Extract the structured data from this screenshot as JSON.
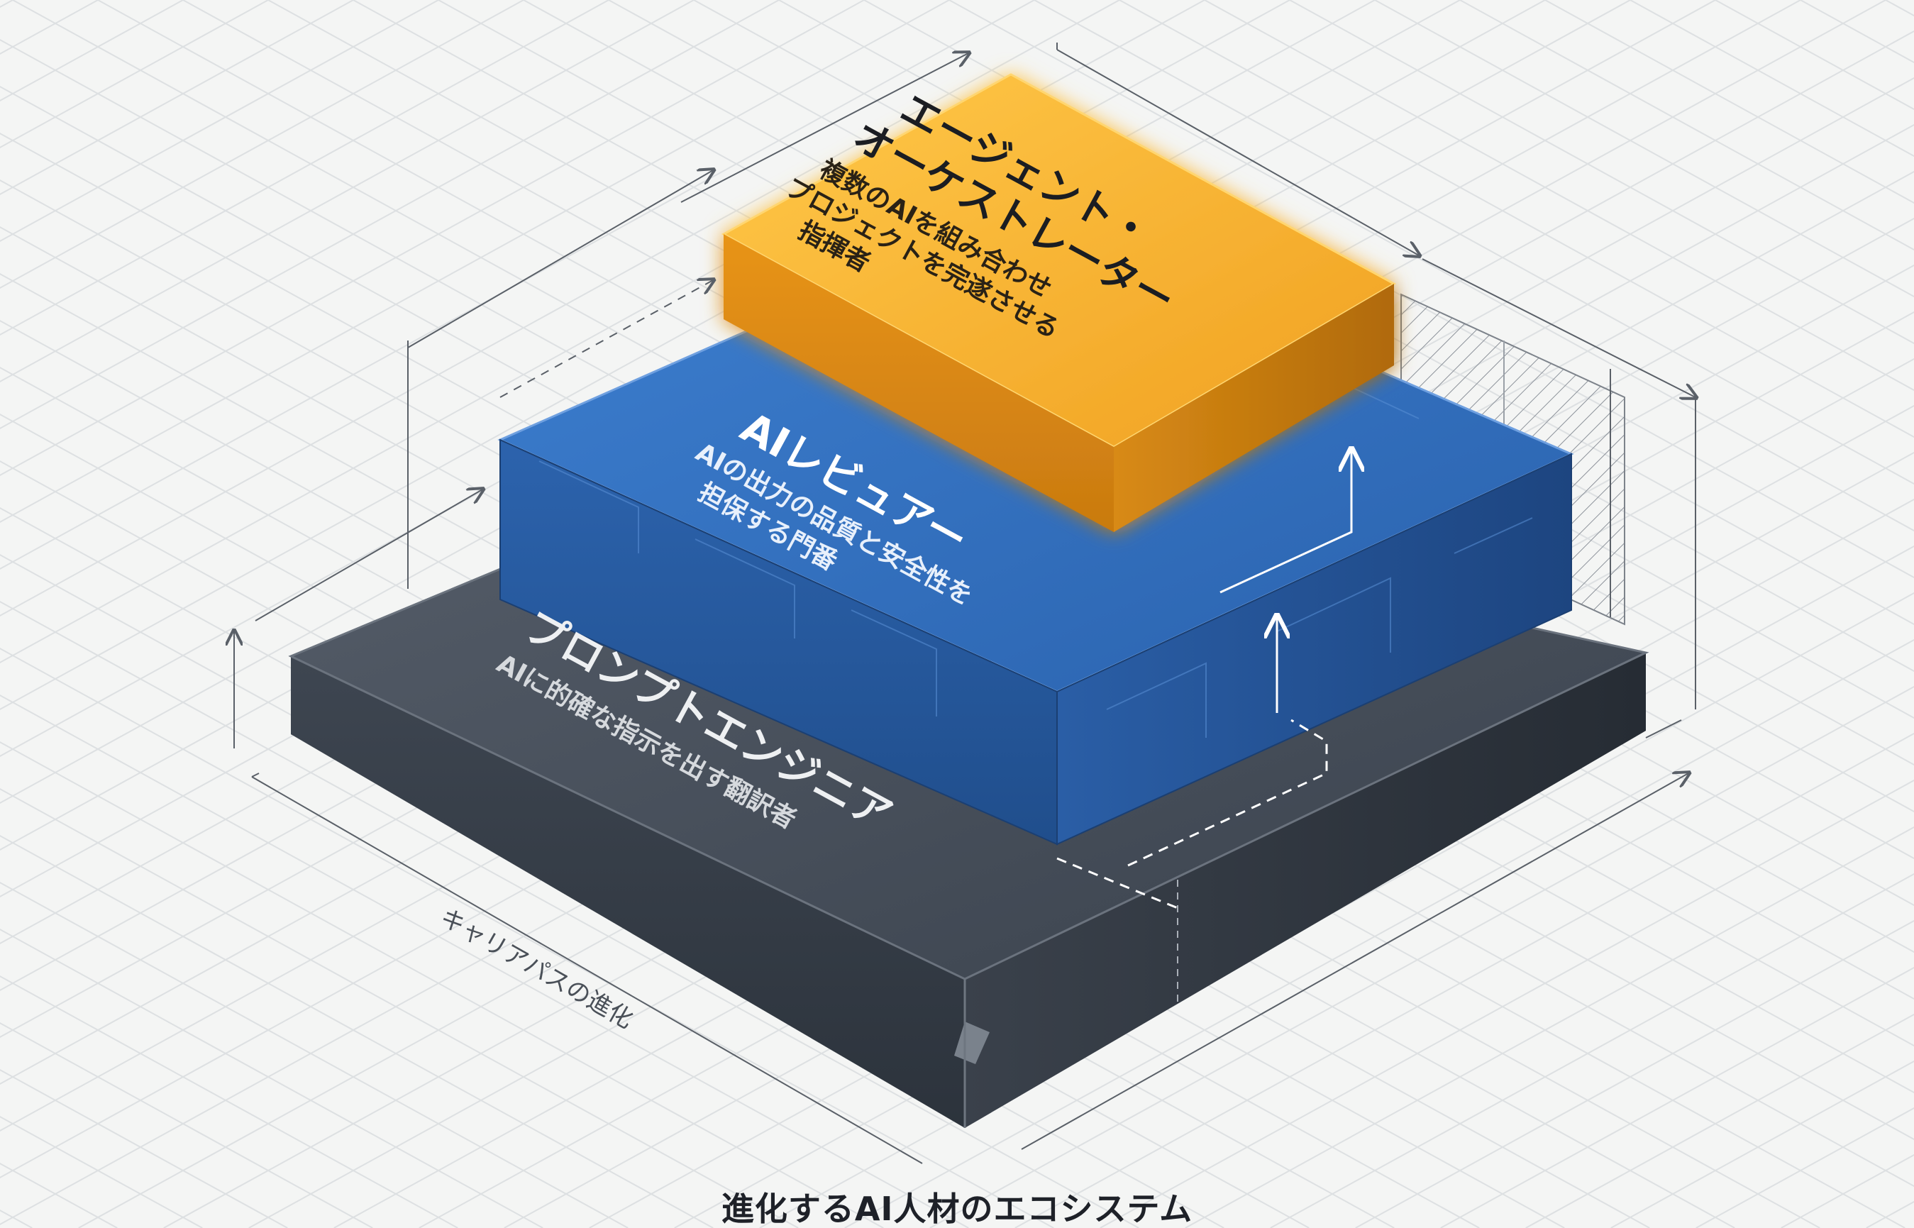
{
  "diagram": {
    "caption": "進化するAI人材のエコシステム",
    "axis_label": "キャリアパスの進化",
    "layers": [
      {
        "id": "top",
        "title_lines": [
          "エージェント・",
          "オーケストレーター"
        ],
        "subtitle_lines": [
          "複数のAIを組み合わせ",
          "プロジェクトを完遂させる",
          "指揮者"
        ],
        "color": "#f0a623"
      },
      {
        "id": "middle",
        "title_lines": [
          "AIレビュアー"
        ],
        "subtitle_lines": [
          "AIの出力の品質と安全性を",
          "担保する門番"
        ],
        "color": "#2f6fc0"
      },
      {
        "id": "base",
        "title_lines": [
          "プロンプトエンジニア"
        ],
        "subtitle_lines": [
          "AIに的確な指示を出す翻訳者"
        ],
        "color": "#3f4855"
      }
    ]
  }
}
